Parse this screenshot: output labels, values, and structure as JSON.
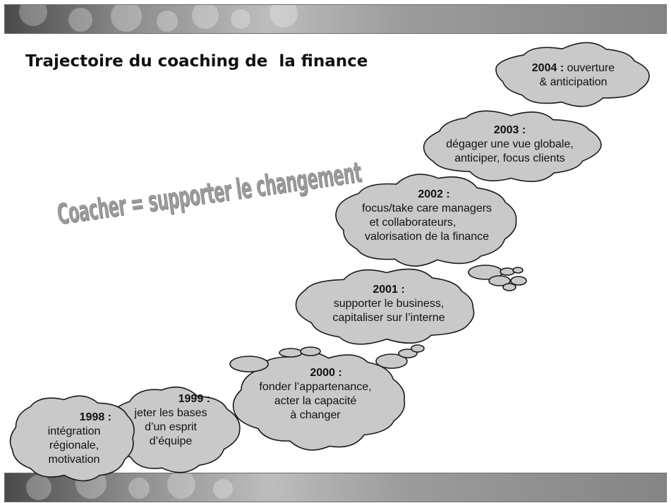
{
  "title": "Trajectoire du coaching de  la finance",
  "slogan": "Coacher = supporter le changement",
  "colors": {
    "cloud_fill": "#c9c9c9",
    "cloud_stroke": "#1a1a1a",
    "slogan": "#9a9a9a",
    "band": "#8a8a8a"
  },
  "milestones": [
    {
      "year": "1998 :",
      "lines": [
        "intégration",
        "régionale,",
        "motivation"
      ]
    },
    {
      "year": "1999 :",
      "lines": [
        "jeter les bases",
        "d’un esprit",
        "d’équipe"
      ]
    },
    {
      "year": "2000 :",
      "lines": [
        "fonder l’appartenance,",
        "acter la capacité",
        "à changer"
      ]
    },
    {
      "year": "2001 :",
      "lines": [
        "supporter le business,",
        "capitaliser sur l’interne"
      ]
    },
    {
      "year": "2002 :",
      "lines": [
        "focus/take care managers",
        "et collaborateurs,",
        "valorisation de la finance"
      ]
    },
    {
      "year": "2003 :",
      "lines": [
        "dégager une vue globale,",
        "anticiper, focus clients"
      ]
    },
    {
      "year": "2004 :",
      "lines": [
        "ouverture",
        "& anticipation"
      ]
    }
  ]
}
